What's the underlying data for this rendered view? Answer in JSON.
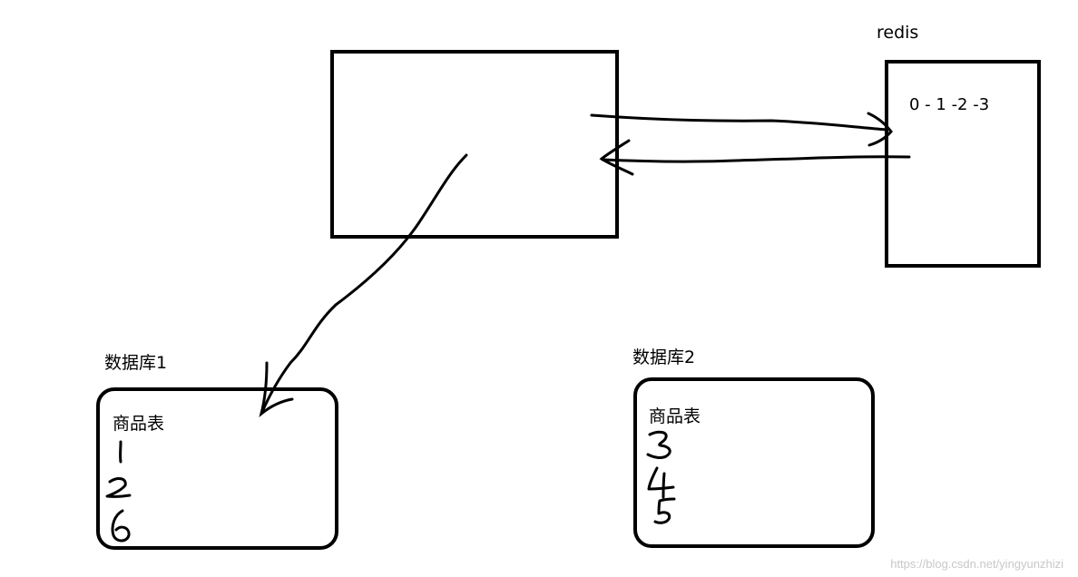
{
  "redis": {
    "title": "redis",
    "sequence": "0 - 1 -2 -3"
  },
  "db1": {
    "title": "数据库1",
    "table": "商品表",
    "ids": [
      "1",
      "2",
      "6"
    ]
  },
  "db2": {
    "title": "数据库2",
    "table": "商品表",
    "ids": [
      "3",
      "4",
      "5"
    ]
  },
  "watermark": "https://blog.csdn.net/yingyunzhizi",
  "colors": {
    "stroke": "#000000",
    "background": "#ffffff",
    "watermark": "#c8c8c8"
  }
}
